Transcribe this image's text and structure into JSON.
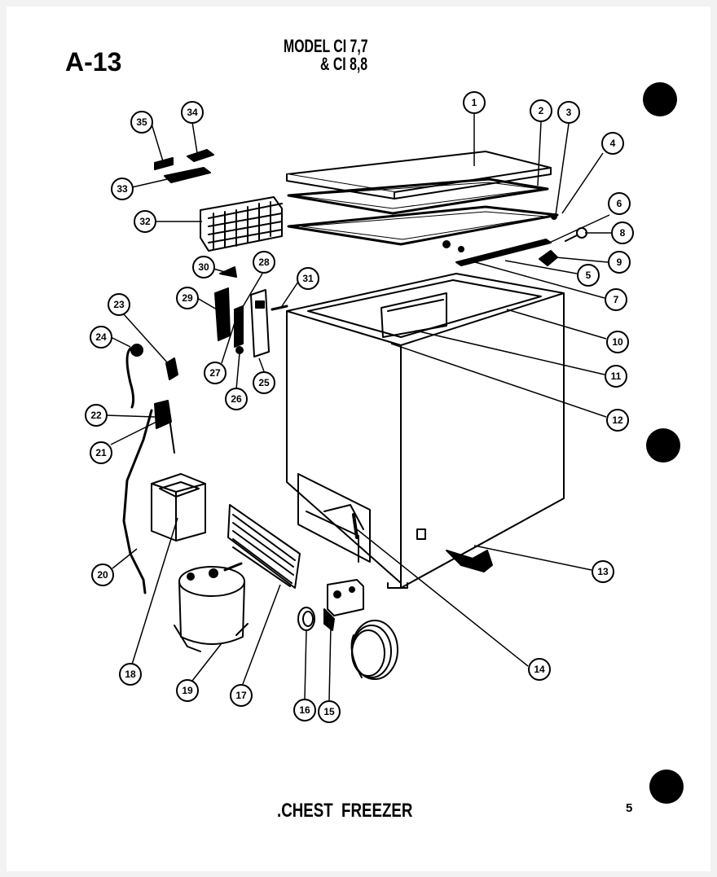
{
  "page_id": "A-13",
  "model_line_1": "MODEL CI 7,7",
  "model_line_2": "& CI 8,8",
  "caption": ".CHEST  FREEZER",
  "page_number": "5",
  "part_numbers": [
    "1",
    "2",
    "3",
    "4",
    "6",
    "8",
    "9",
    "5",
    "7",
    "10",
    "11",
    "12",
    "13",
    "14",
    "35",
    "34",
    "33",
    "32",
    "30",
    "28",
    "29",
    "31",
    "23",
    "24",
    "27",
    "26",
    "25",
    "22",
    "21",
    "20",
    "18",
    "19",
    "17",
    "16",
    "15"
  ]
}
